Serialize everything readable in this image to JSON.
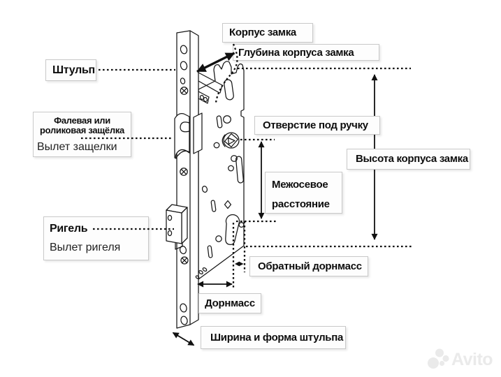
{
  "diagram": {
    "labels": {
      "lock_body": "Корпус замка",
      "lock_body_depth": "Глубина корпуса замка",
      "faceplate": "Штульп",
      "latch_line1": "Фалевая или",
      "latch_line2": "роликовая защёлка",
      "latch_projection": "Вылет защелки",
      "handle_hole": "Отверстие под ручку",
      "center_distance_line1": "Межосевое",
      "center_distance_line2": "расстояние",
      "body_height": "Высота корпуса замка",
      "deadbolt": "Ригель",
      "deadbolt_projection": "Вылет ригеля",
      "reverse_backset": "Обратный дорнмасс",
      "backset": "Дорнмасс",
      "faceplate_width": "Ширина и форма штульпа"
    },
    "watermark": "Avito",
    "colors": {
      "ink": "#111111",
      "box_border": "#c9c9c9",
      "box_fill": "#fdfdfd",
      "watermark": "#eaeaea"
    }
  }
}
